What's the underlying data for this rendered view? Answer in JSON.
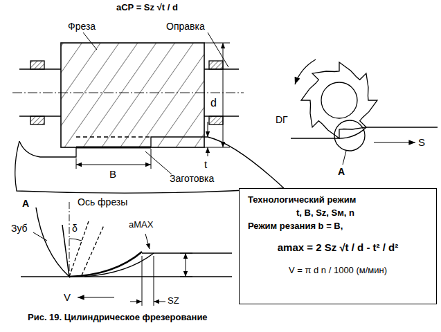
{
  "diagram": {
    "caption": "Рис. 19. Цилиндрическое фрезерование",
    "nodes": [
      {
        "text": [
          "Технологический режим",
          "t, B, Sz, Sм, n",
          "Режим резания b = B,",
          "amax = 2 Sz √t / d - t² / d²",
          "V = π d n / 1000 (м/мин)"
        ]
      }
    ],
    "labels": [
      "aCP = Sz √t / d",
      "Фреза",
      "Оправка",
      "d",
      "B",
      "t",
      "Заготовка",
      "DГ",
      "S",
      "A",
      "A",
      "Ось фрезы",
      "δ",
      "Зуб",
      "aMAX",
      "V",
      "SZ"
    ]
  }
}
